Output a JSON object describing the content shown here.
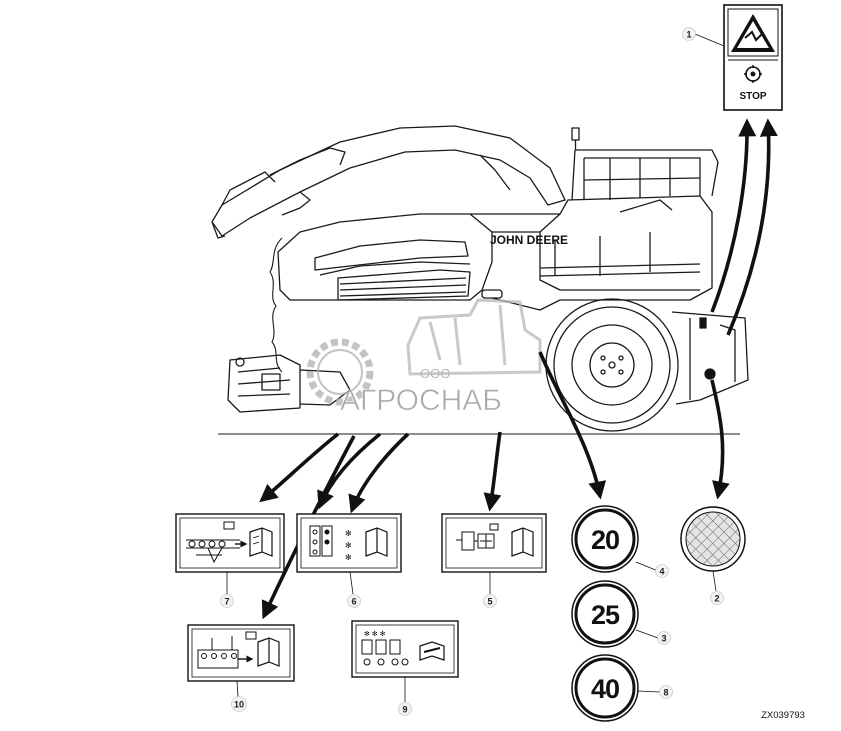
{
  "brand_text": "JOHN DEERE",
  "watermark": {
    "company_form": "ООО",
    "company_name": "АГРОСНАБ"
  },
  "stop_label": {
    "text": "STOP"
  },
  "drawing_code": "ZX039793",
  "callouts": [
    "1",
    "2",
    "3",
    "4",
    "5",
    "6",
    "7",
    "8",
    "9",
    "10"
  ],
  "speed_signs": [
    {
      "value": "20",
      "callout": "4"
    },
    {
      "value": "25",
      "callout": "3"
    },
    {
      "value": "40",
      "callout": "8"
    }
  ],
  "colors": {
    "line": "#1a1a1a",
    "ink": "#111111",
    "watermark": "#b0b0b0",
    "callout_fill": "#f2f2f2"
  }
}
